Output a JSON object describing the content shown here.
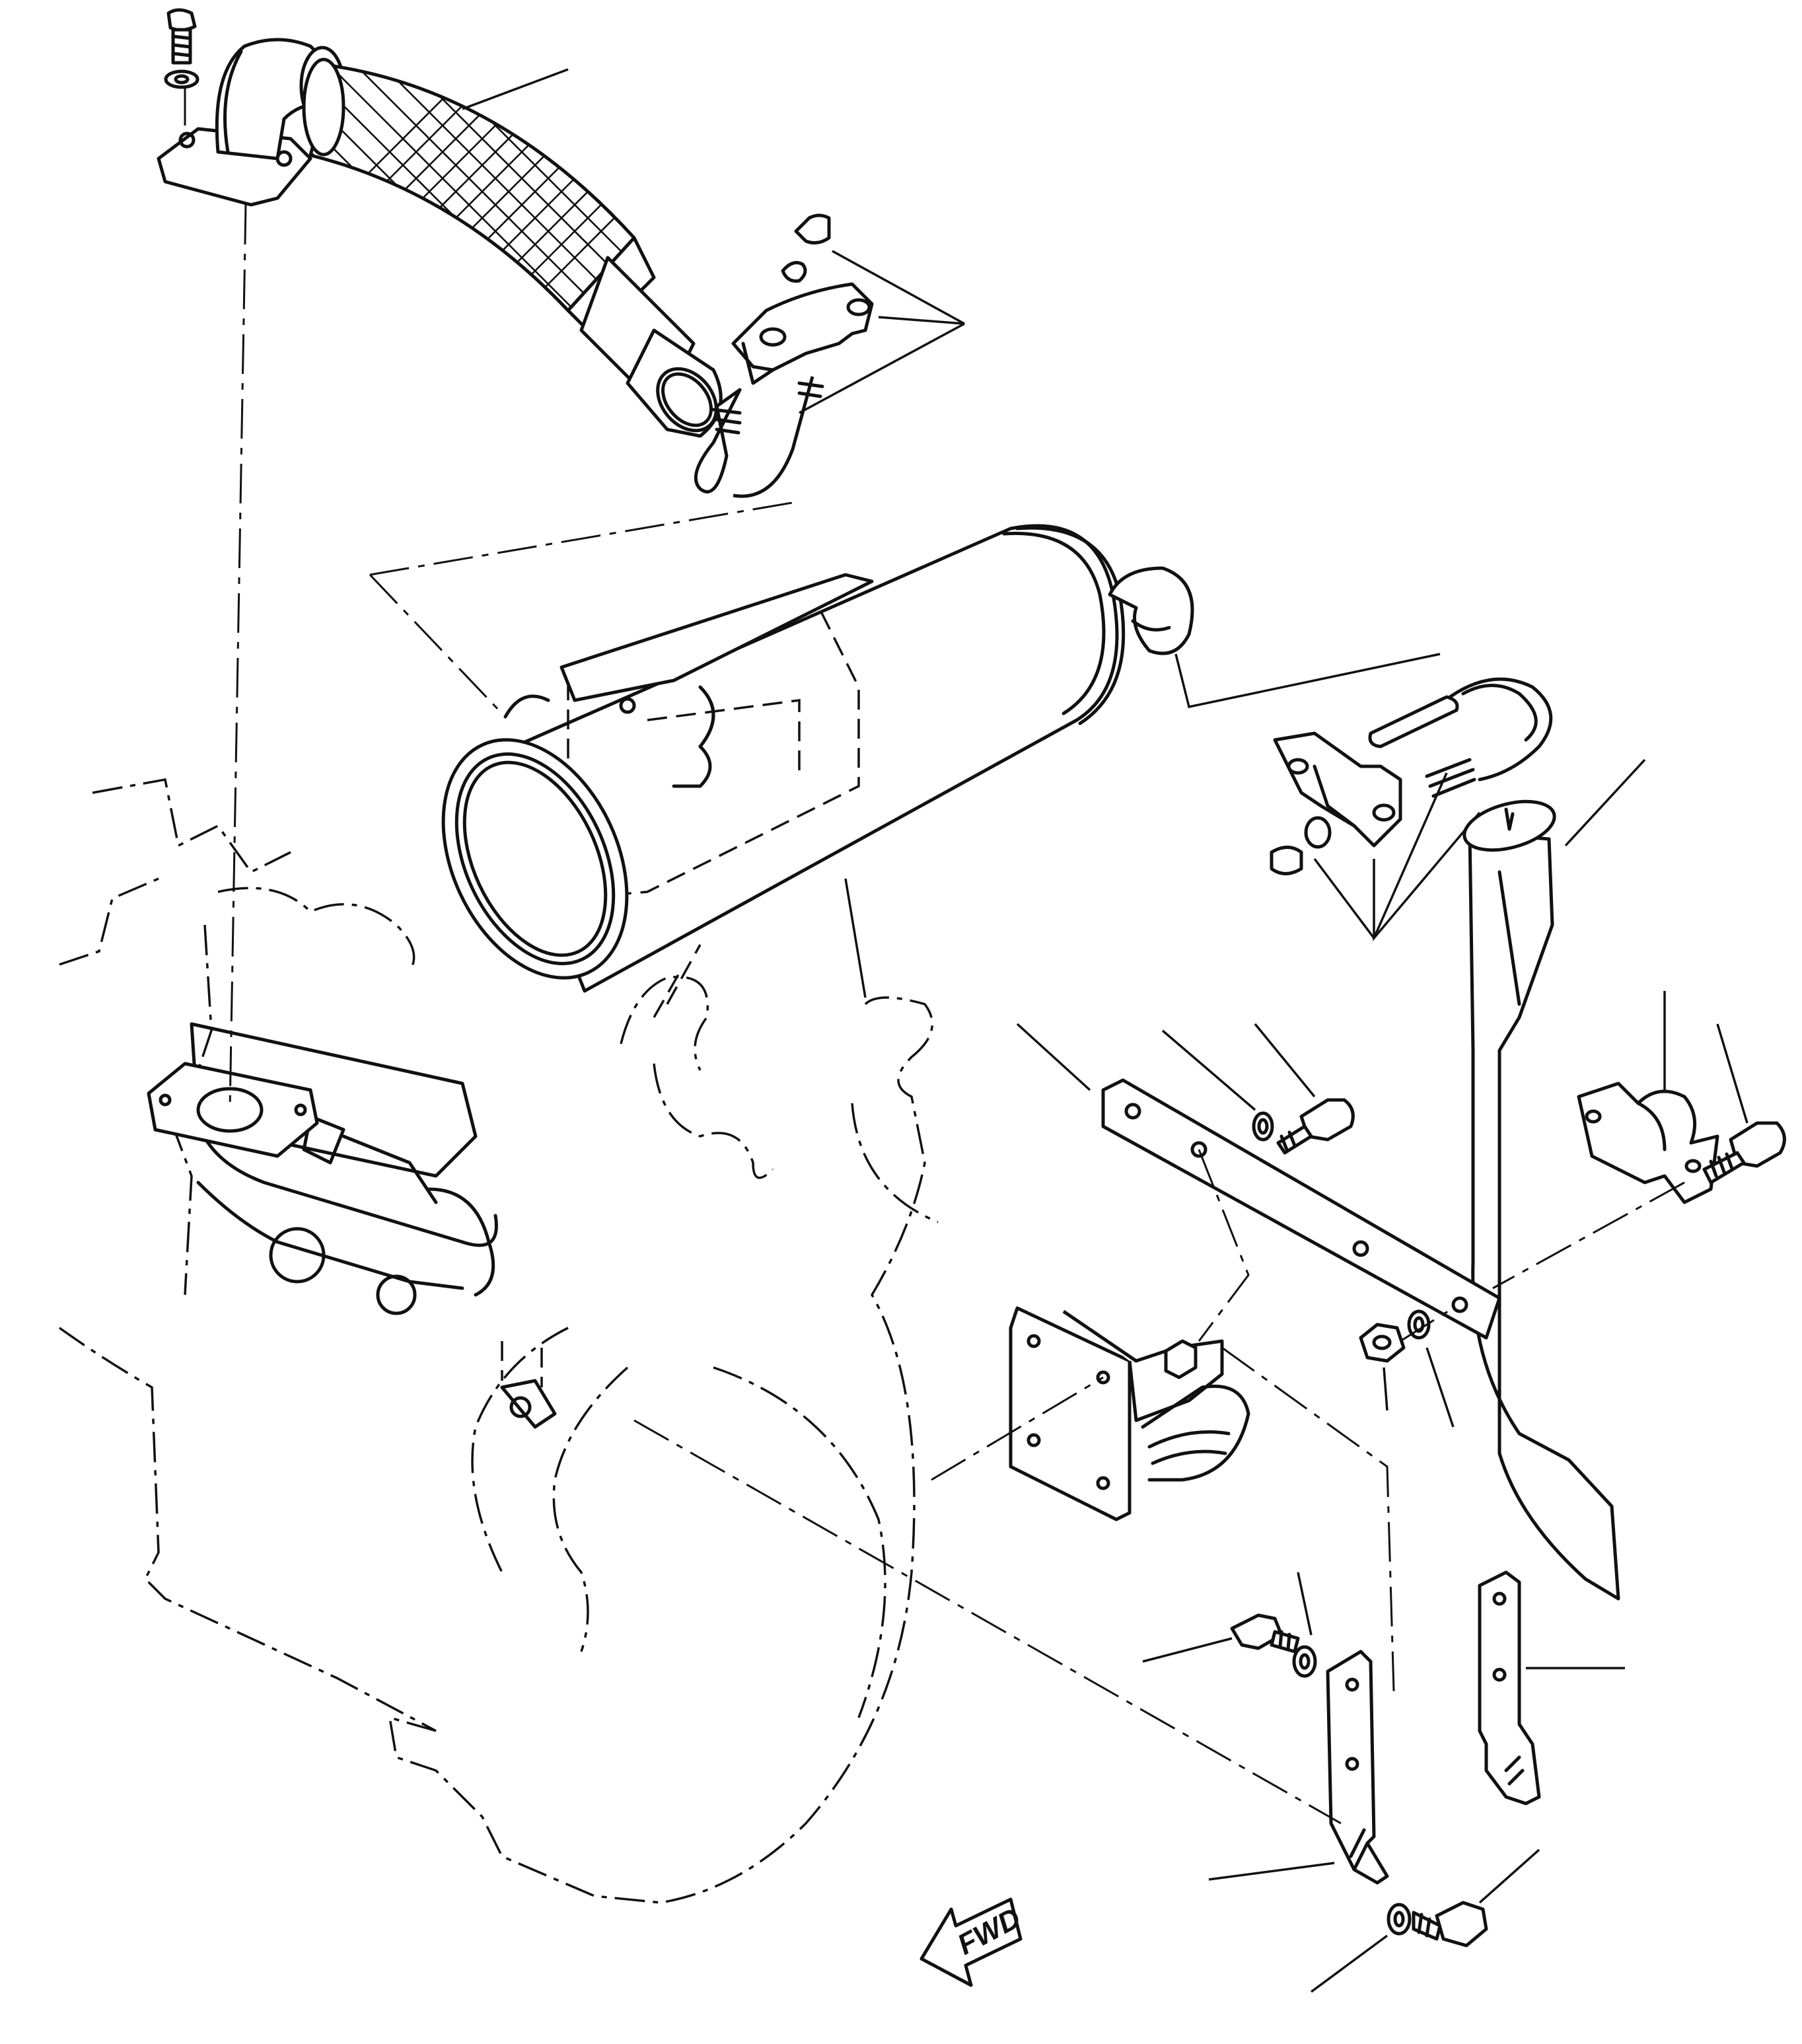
{
  "figure": {
    "direction_label": "FWD",
    "parts": [
      "exhaust-elbow",
      "flexible-exhaust-hose",
      "pipe-clamp-upper",
      "muffler",
      "pipe-clamp-lower",
      "tail-pipe",
      "support-bar",
      "pipe-bracket",
      "muffler-mounting-plate",
      "stay-front",
      "stay-rear",
      "engine-outline"
    ]
  }
}
